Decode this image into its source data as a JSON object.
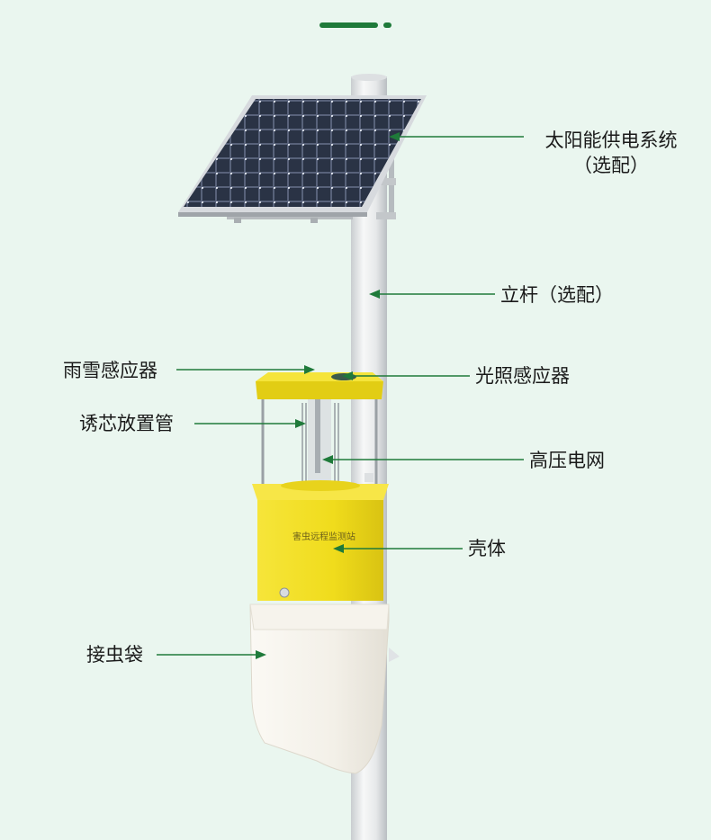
{
  "colors": {
    "background": "#eaf6ef",
    "leader_line": "#1f7a3a",
    "housing_yellow": "#f2de1f",
    "pole": "#e9ebec",
    "solar_cell": "#2b3444",
    "bag": "#f4f1ea"
  },
  "labels": {
    "solar": "太阳能供电系统",
    "solar_note": "（选配）",
    "pole": "立杆（选配）",
    "rain_sensor": "雨雪感应器",
    "light_sensor": "光照感应器",
    "lure_tube": "诱芯放置管",
    "high_voltage_grid": "高压电网",
    "shell": "壳体",
    "collection_bag": "接虫袋"
  },
  "device_text": "害虫远程监测站"
}
